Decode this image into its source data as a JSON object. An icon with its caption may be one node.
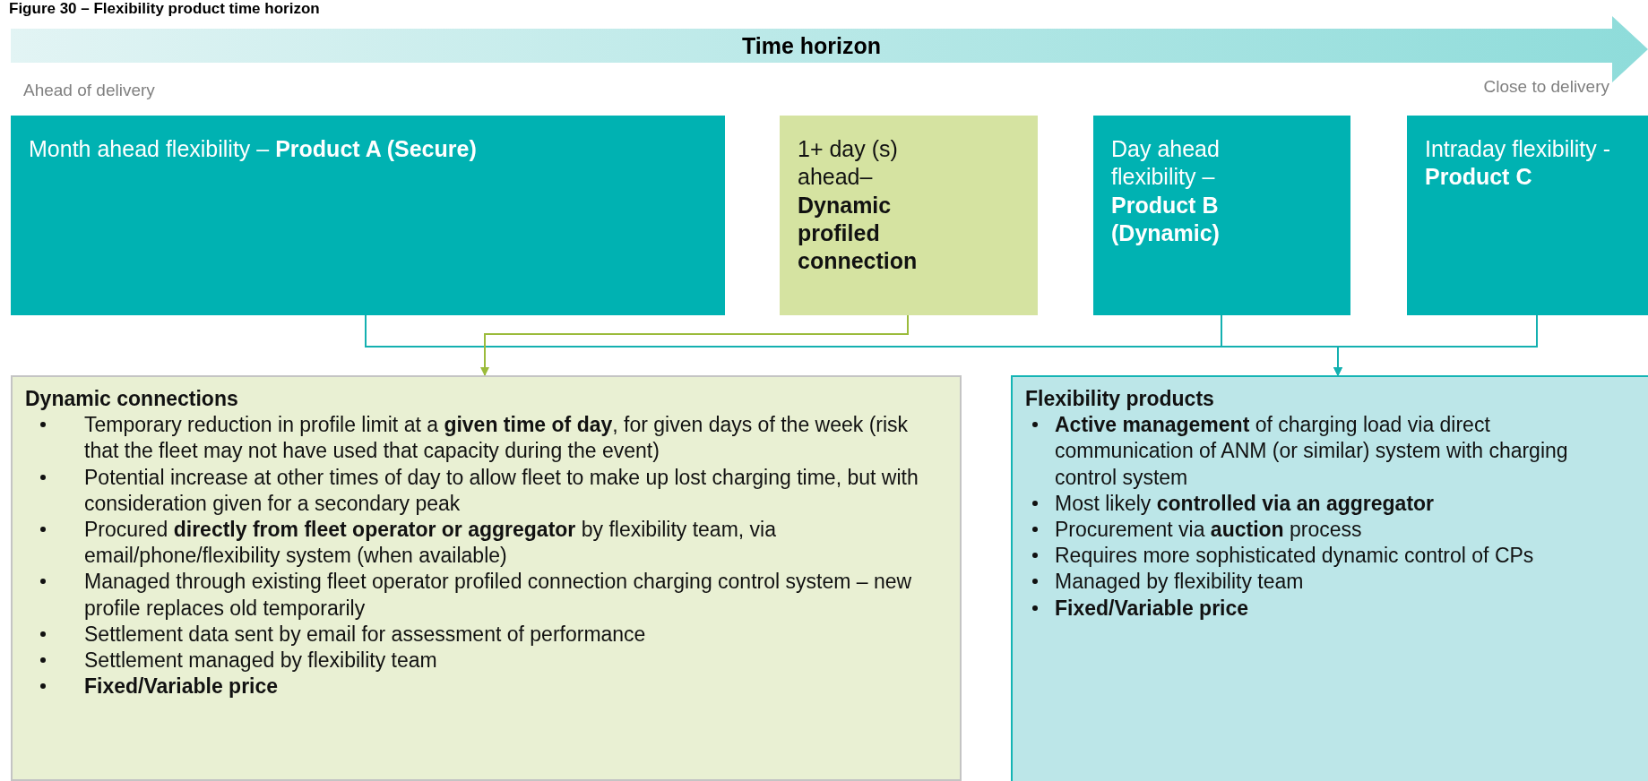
{
  "diagram": {
    "title": "Figure 30 – Flexibility product time horizon",
    "nodes": [
      {
        "text": [
          "Time horizon"
        ]
      },
      {
        "text": [
          "Month ahead flexibility – **Product A (Secure)**"
        ]
      },
      {
        "text": [
          "1+ day (s) ahead– **Dynamic profiled connection**"
        ]
      },
      {
        "text": [
          "Day ahead flexibility – **Product B (Dynamic)**"
        ]
      },
      {
        "text": [
          "Intraday flexibility - **Product C**"
        ]
      },
      {
        "text": [
          "Dynamic connections",
          "Temporary reduction in profile limit at a **given time of day**, for given days of the week (risk that the fleet may not have used that capacity during the event)",
          "Potential increase at other times of day to allow fleet to make up lost charging time, but with consideration given for a secondary peak",
          "Procured **directly from fleet operator or aggregator** by flexibility team, via email/phone/flexibility system (when available)",
          "Managed through existing fleet operator profiled connection charging control system – new profile replaces old temporarily",
          "Settlement data sent by email for assessment of performance",
          "Settlement managed by flexibility team",
          "**Fixed/Variable price**"
        ]
      },
      {
        "text": [
          "Flexibility products",
          "**Active management** of charging load via direct communication of ANM (or similar) system with charging control system",
          "Most likely **controlled via an aggregator**",
          "Procurement via **auction** process",
          "Requires more sophisticated dynamic control of CPs",
          "Managed by flexibility team",
          "**Fixed/Variable price**"
        ]
      }
    ],
    "edges": [
      {
        "from": 1,
        "to": 6,
        "arrow": "to"
      },
      {
        "from": 2,
        "to": 5,
        "arrow": "to",
        "color": "#9bbb3b"
      },
      {
        "from": 3,
        "to": 6,
        "arrow": "to"
      },
      {
        "from": 4,
        "to": 6,
        "arrow": "to"
      }
    ],
    "labels": [
      "Ahead of delivery",
      "Close to delivery"
    ]
  }
}
